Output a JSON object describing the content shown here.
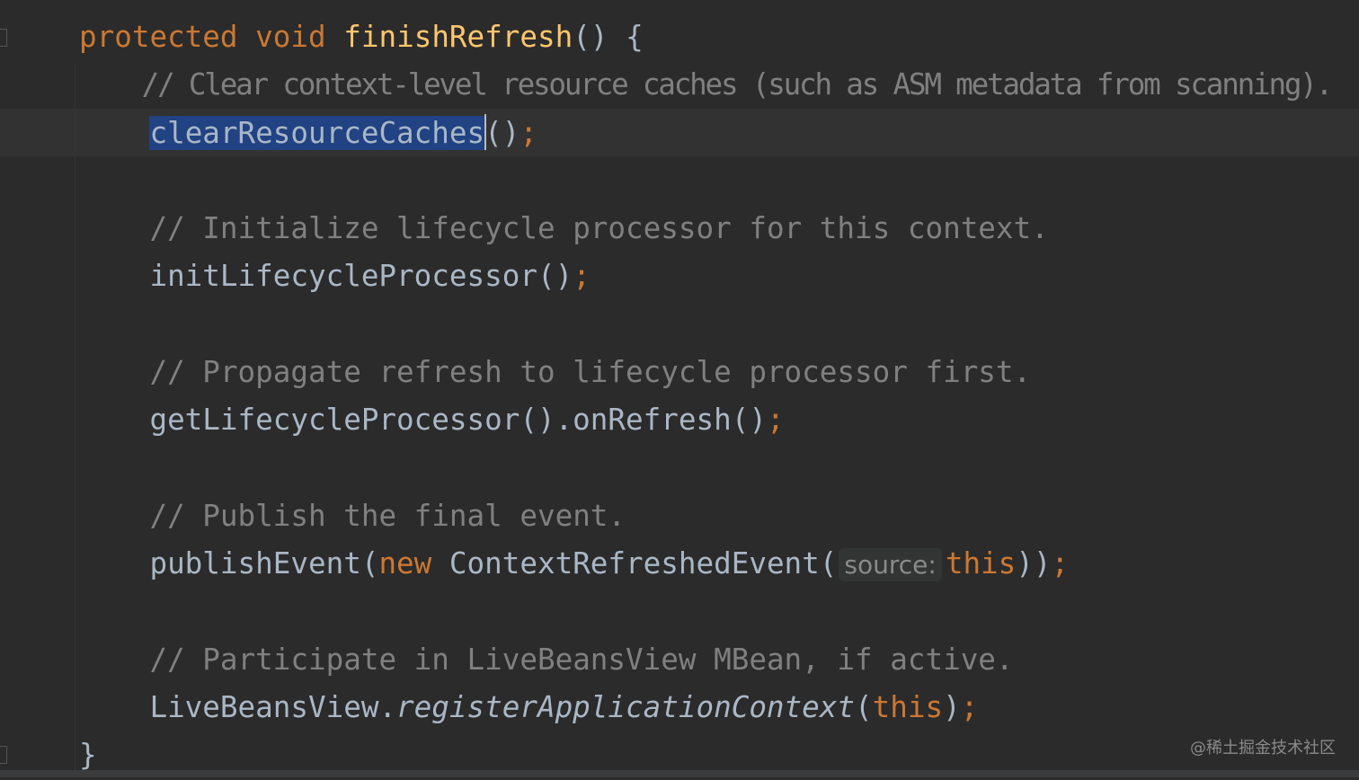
{
  "editor": {
    "lines": [
      [
        {
          "t": "protected",
          "c": "kw"
        },
        {
          "t": " "
        },
        {
          "t": "void",
          "c": "kw"
        },
        {
          "t": " "
        },
        {
          "t": "finishRefresh",
          "c": "decl"
        },
        {
          "t": "() {"
        }
      ],
      [
        {
          "t": "    "
        },
        {
          "t": "// Clear context-level resource caches (such as ASM metadata from scanning).",
          "c": "cm"
        }
      ],
      [
        {
          "t": "    "
        },
        {
          "t": "clearResourceCaches",
          "c": "sel"
        },
        {
          "t": "",
          "c": "caret"
        },
        {
          "t": "()"
        },
        {
          "t": ";",
          "c": "semi"
        }
      ],
      [],
      [
        {
          "t": "    "
        },
        {
          "t": "// Initialize lifecycle processor for this context.",
          "c": "cm"
        }
      ],
      [
        {
          "t": "    initLifecycleProcessor()"
        },
        {
          "t": ";",
          "c": "semi"
        }
      ],
      [],
      [
        {
          "t": "    "
        },
        {
          "t": "// Propagate refresh to lifecycle processor first.",
          "c": "cm"
        }
      ],
      [
        {
          "t": "    getLifecycleProcessor().onRefresh()"
        },
        {
          "t": ";",
          "c": "semi"
        }
      ],
      [],
      [
        {
          "t": "    "
        },
        {
          "t": "// Publish the final event.",
          "c": "cm"
        }
      ],
      [
        {
          "t": "    publishEvent("
        },
        {
          "t": "new",
          "c": "kw"
        },
        {
          "t": " ContextRefreshedEvent("
        },
        {
          "t": "source:",
          "c": "hint"
        },
        {
          "t": "this",
          "c": "kw"
        },
        {
          "t": "))"
        },
        {
          "t": ";",
          "c": "semi"
        }
      ],
      [],
      [
        {
          "t": "    "
        },
        {
          "t": "// Participate in LiveBeansView MBean, if active.",
          "c": "cm"
        }
      ],
      [
        {
          "t": "    LiveBeansView."
        },
        {
          "t": "registerApplicationContext",
          "c": "st"
        },
        {
          "t": "("
        },
        {
          "t": "this",
          "c": "kw"
        },
        {
          "t": ")"
        },
        {
          "t": ";",
          "c": "semi"
        }
      ],
      [
        {
          "t": "}"
        }
      ]
    ]
  },
  "watermark": "@稀土掘金技术社区",
  "colors": {
    "background": "#2b2b2b",
    "keyword": "#cc7832",
    "method": "#ffc66d",
    "comment": "#808080",
    "text": "#a9b7c6",
    "selection": "#214283"
  }
}
